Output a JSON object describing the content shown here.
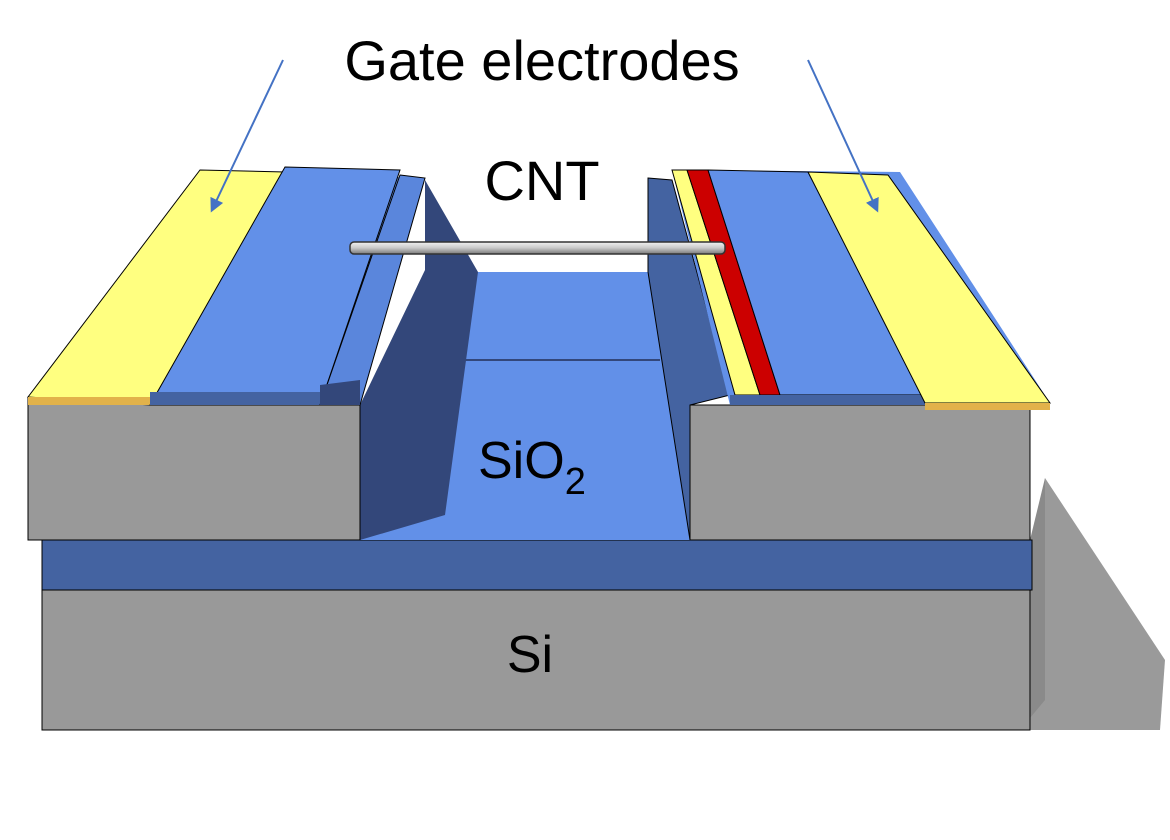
{
  "labels": {
    "gate_electrodes": "Gate electrodes",
    "cnt": "CNT",
    "sio2_base": "SiO",
    "sio2_subscript": "2",
    "si": "Si"
  },
  "colors": {
    "gate_electrode": "#ffff80",
    "gate_electrode_edge": "#e2b24a",
    "oxide_blue": "#6290e8",
    "oxide_dark": "#33477a",
    "oxide_layer": "#4463a1",
    "silicon_gray": "#999999",
    "silicon_side": "#777777",
    "contact_red": "#cc0000",
    "shadow": "#9a9a9a",
    "arrow": "#4472c4",
    "nanotube": "#c8c8c8"
  }
}
